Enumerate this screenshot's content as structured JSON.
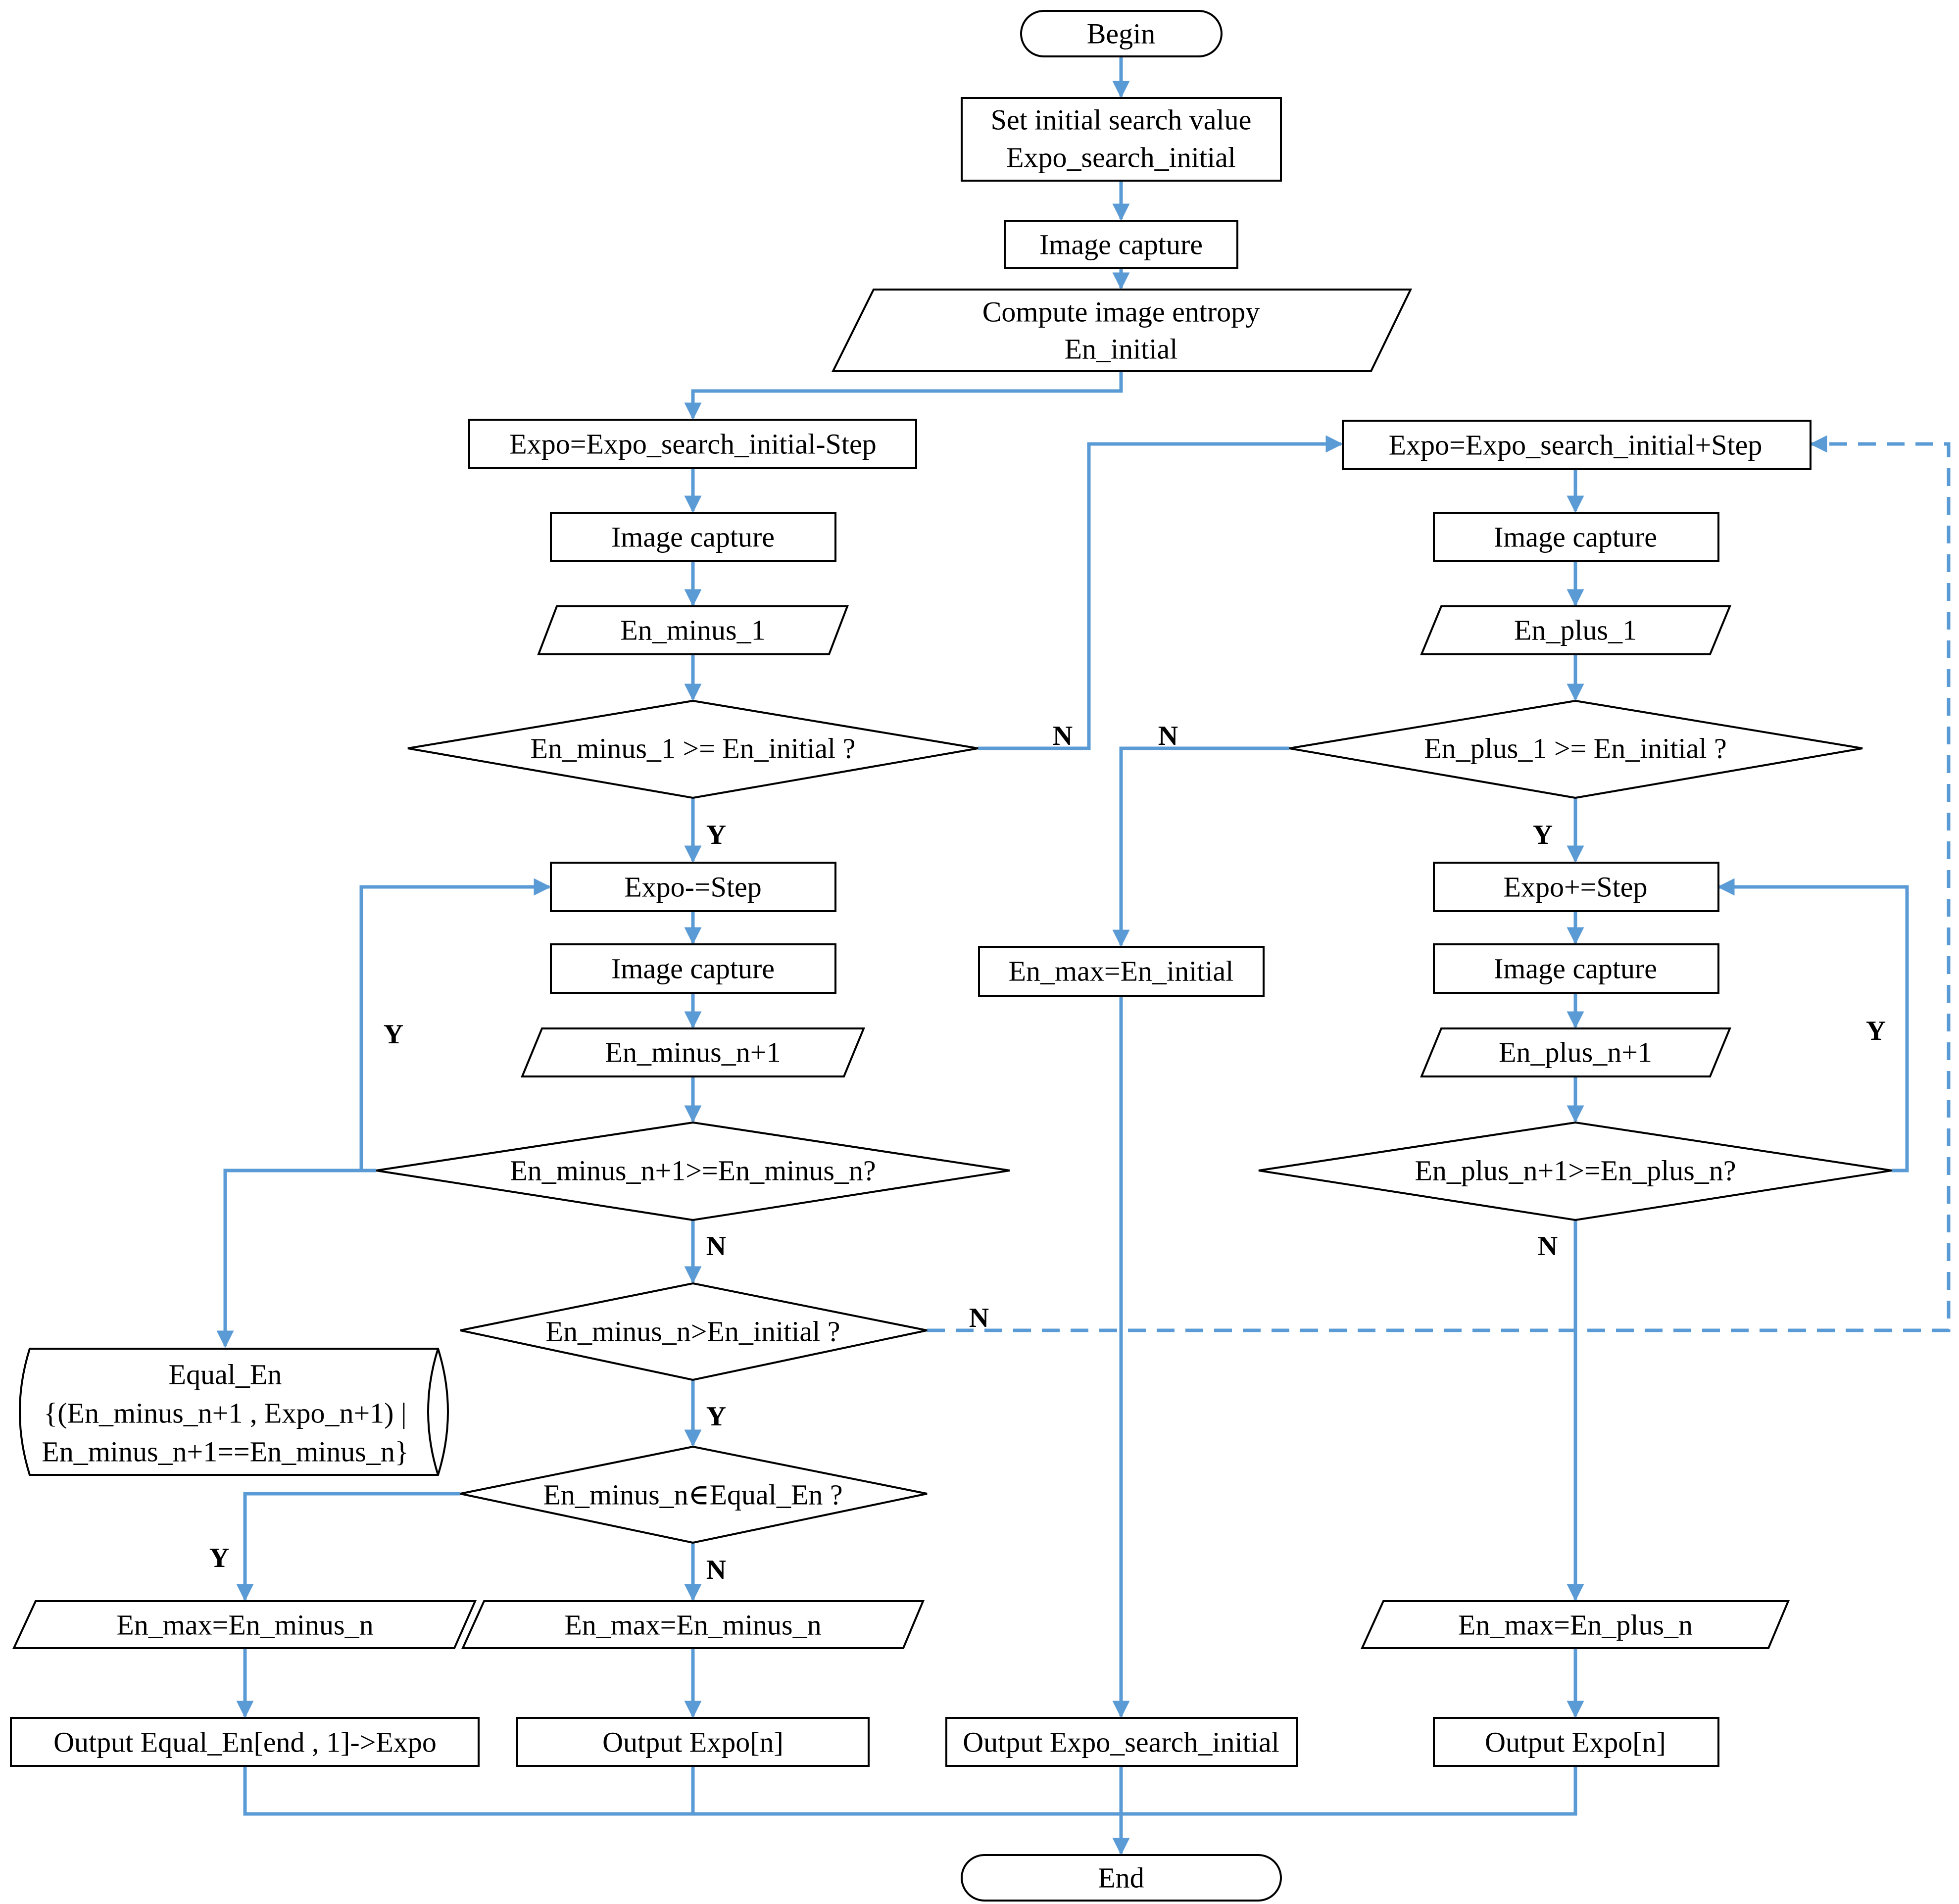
{
  "nodes": {
    "begin": "Begin",
    "set_initial_l1": "Set initial search value",
    "set_initial_l2": "Expo_search_initial",
    "capture_top": "Image capture",
    "entropy_l1": "Compute image entropy",
    "entropy_l2": "En_initial",
    "expo_minus": "Expo=Expo_search_initial-Step",
    "capture_l1": "Image capture",
    "en_minus_1": "En_minus_1",
    "dec_minus_1": "En_minus_1 >= En_initial ?",
    "expo_minus_eq": "Expo-=Step",
    "capture_l2": "Image capture",
    "en_minus_n1": "En_minus_n+1",
    "dec_minus_n": "En_minus_n+1>=En_minus_n?",
    "dec_minus_init": "En_minus_n>En_initial ?",
    "equal_l1": "Equal_En",
    "equal_l2": "{(En_minus_n+1 , Expo_n+1) |",
    "equal_l3": "En_minus_n+1==En_minus_n}",
    "dec_in_equal": "En_minus_n∈Equal_En ?",
    "enmax_minus_a": "En_max=En_minus_n",
    "enmax_minus_b": "En_max=En_minus_n",
    "out_equal": "Output Equal_En[end , 1]->Expo",
    "out_expo_l": "Output Expo[n]",
    "enmax_init": "En_max=En_initial",
    "out_search_init": "Output Expo_search_initial",
    "expo_plus": "Expo=Expo_search_initial+Step",
    "capture_r1": "Image capture",
    "en_plus_1": "En_plus_1",
    "dec_plus_1": "En_plus_1 >= En_initial ?",
    "expo_plus_eq": "Expo+=Step",
    "capture_r2": "Image capture",
    "en_plus_n1": "En_plus_n+1",
    "dec_plus_n": "En_plus_n+1>=En_plus_n?",
    "enmax_plus": "En_max=En_plus_n",
    "out_expo_r": "Output Expo[n]",
    "end": "End"
  },
  "branch_labels": {
    "yes": "Y",
    "no": "N"
  },
  "colors": {
    "connector": "#5b9bd5",
    "shape_stroke": "#000000",
    "background": "#ffffff"
  }
}
